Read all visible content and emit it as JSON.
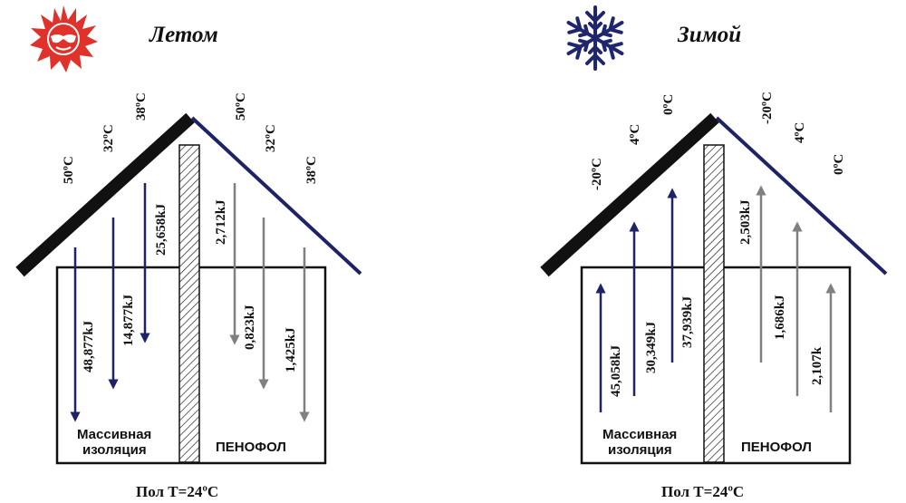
{
  "colors": {
    "navy": "#1f2266",
    "gray": "#808080",
    "black": "#111111",
    "sun": "#e0312a",
    "snow": "#20266e"
  },
  "panels": [
    {
      "title": "Летом",
      "icon": "sun-icon",
      "temps": [
        "50ºC",
        "32ºC",
        "38ºC",
        "50ºC",
        "32ºC",
        "38ºC"
      ],
      "energies": [
        "48,877kJ",
        "14,877kJ",
        "25,658kJ",
        "2,712kJ",
        "0,823kJ",
        "1,425kJ"
      ],
      "label_massive_1": "Массивная",
      "label_massive_2": "изоляция",
      "label_penofol": "ПЕНОФОЛ",
      "floor": "Пол T=24ºC"
    },
    {
      "title": "Зимой",
      "icon": "snowflake-icon",
      "temps": [
        "-20ºC",
        "4ºC",
        "0ºC",
        "-20ºC",
        "4ºC",
        "0ºC"
      ],
      "energies": [
        "45,058kJ",
        "30,349kJ",
        "37,939kJ",
        "2,503kJ",
        "1,686kJ",
        "2,107k"
      ],
      "label_massive_1": "Массивная",
      "label_massive_2": "изоляция",
      "label_penofol": "ПЕНОФОЛ",
      "floor": "Пол T=24ºC"
    }
  ]
}
